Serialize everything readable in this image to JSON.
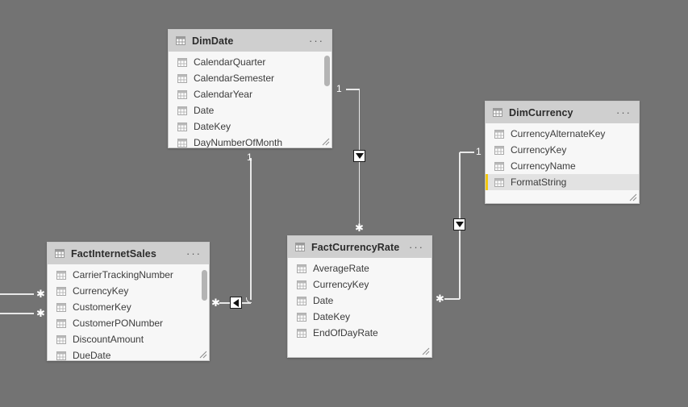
{
  "canvas": {
    "background": "#737373",
    "app": "power-bi-model-view"
  },
  "tables": [
    {
      "id": "dimdate",
      "name": "DimDate",
      "menu": "···",
      "fields": [
        "CalendarQuarter",
        "CalendarSemester",
        "CalendarYear",
        "Date",
        "DateKey",
        "DayNumberOfMonth"
      ],
      "has_scrollbar": true,
      "selected_field": null
    },
    {
      "id": "dimcurrency",
      "name": "DimCurrency",
      "menu": "···",
      "fields": [
        "CurrencyAlternateKey",
        "CurrencyKey",
        "CurrencyName",
        "FormatString"
      ],
      "has_scrollbar": false,
      "selected_field": "FormatString"
    },
    {
      "id": "factinternetsales",
      "name": "FactInternetSales",
      "menu": "···",
      "fields": [
        "CarrierTrackingNumber",
        "CurrencyKey",
        "CustomerKey",
        "CustomerPONumber",
        "DiscountAmount",
        "DueDate"
      ],
      "has_scrollbar": true,
      "selected_field": null
    },
    {
      "id": "factcurrencyrate",
      "name": "FactCurrencyRate",
      "menu": "···",
      "fields": [
        "AverageRate",
        "CurrencyKey",
        "Date",
        "DateKey",
        "EndOfDayRate"
      ],
      "has_scrollbar": false,
      "selected_field": null
    }
  ],
  "relationships": [
    {
      "id": "dimdate-factcurrencyrate",
      "from": "DimDate",
      "to": "FactCurrencyRate",
      "one_label": "1",
      "many_label": "✱",
      "cross_filter": "single",
      "arrow": "down"
    },
    {
      "id": "dimdate-factinternetsales",
      "from": "DimDate",
      "to": "FactInternetSales",
      "one_label": "1",
      "many_label": "✱",
      "cross_filter": "single",
      "arrow": "left"
    },
    {
      "id": "dimcurrency-factcurrencyrate",
      "from": "DimCurrency",
      "to": "FactCurrencyRate",
      "one_label": "1",
      "many_label": "✱",
      "cross_filter": "single",
      "arrow": "down"
    },
    {
      "id": "offscreen-factinternetsales-a",
      "from": "",
      "to": "FactInternetSales",
      "one_label": "",
      "many_label": "✱",
      "cross_filter": "none",
      "arrow": "none"
    },
    {
      "id": "offscreen-factinternetsales-b",
      "from": "",
      "to": "FactInternetSales",
      "one_label": "",
      "many_label": "✱",
      "cross_filter": "none",
      "arrow": "none"
    }
  ],
  "colors": {
    "canvas_bg": "#737373",
    "card_bg": "#f7f7f7",
    "card_header_bg": "#cfcfcf",
    "selection_accent": "#f2c811",
    "connector": "#e8e8e8"
  },
  "icons": {
    "table": "table-grid-icon",
    "menu": "more-options-icon",
    "resize": "resize-grip-icon"
  }
}
